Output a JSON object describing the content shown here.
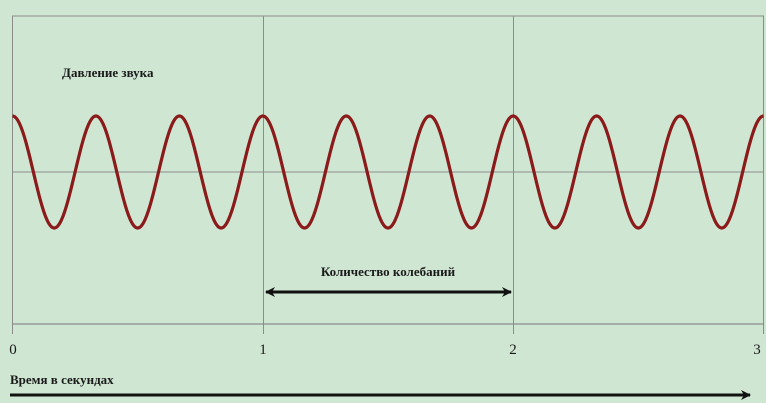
{
  "chart_data": {
    "type": "line",
    "labels": {
      "pressure": "Давление звука",
      "oscillations": "Количество колебаний",
      "time_axis": "Время в секундах"
    },
    "x_ticks": [
      "0",
      "1",
      "2",
      "3"
    ],
    "xlim": [
      0,
      3
    ],
    "ylim": [
      -1,
      1
    ],
    "series": [
      {
        "frequency_hz": 3,
        "amplitude": 1,
        "color": "#8b1a1a"
      }
    ],
    "grid": true
  },
  "colors": {
    "background": "#cfe6d3",
    "grid": "#8c8c8c",
    "wave": "#8b1a1a",
    "arrow": "#111111"
  }
}
